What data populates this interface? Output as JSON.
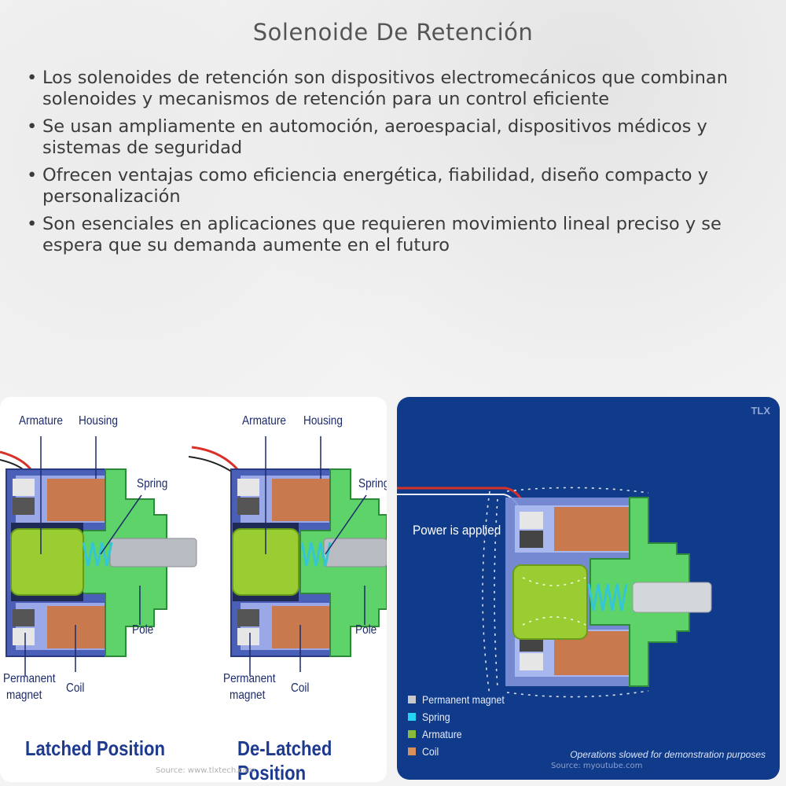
{
  "title": "Solenoide De Retención",
  "bullets": [
    "Los solenoides de retención son dispositivos electromecánicos que combinan solenoides y mecanismos de retención para un control eficiente",
    "Se usan ampliamente en automoción, aeroespacial, dispositivos médicos y sistemas de seguridad",
    "Ofrecen ventajas como eficiencia energética, fiabilidad, diseño compacto y personalización",
    "Son esenciales en aplicaciones que requieren movimiento lineal preciso y se espera que su demanda aumente en el futuro"
  ],
  "bullet_marker": "•",
  "left_figure": {
    "labels": {
      "armature": "Armature",
      "housing": "Housing",
      "spring": "Spring",
      "pole": "Pole",
      "permanent_magnet_1": "Permanent",
      "permanent_magnet_2": "magnet",
      "coil": "Coil"
    },
    "captions": {
      "latched": "Latched Position",
      "delatched": "De-Latched Position"
    },
    "source": "Source: www.tlxtech.com"
  },
  "right_figure": {
    "brand": "TLX",
    "status_text": "Power is applied",
    "legend": [
      {
        "label": "Permanent magnet",
        "color": "#c9c9cc"
      },
      {
        "label": "Spring",
        "color": "#27d3f2"
      },
      {
        "label": "Armature",
        "color": "#8bbb3a"
      },
      {
        "label": "Coil",
        "color": "#d98f5a"
      }
    ],
    "note": "Operations slowed for demonstration purposes",
    "source": "Source: myoutube.com"
  },
  "colors": {
    "housing": "#4a5fb8",
    "housing_inner": "#9aa8e8",
    "coil": "#c87a4e",
    "armature": "#9acd32",
    "pole": "#5ed36a",
    "spring": "#35c6d6",
    "rod": "#b9bcc2",
    "panel_blue": "#103a8a",
    "caption": "#1d3a8f"
  }
}
